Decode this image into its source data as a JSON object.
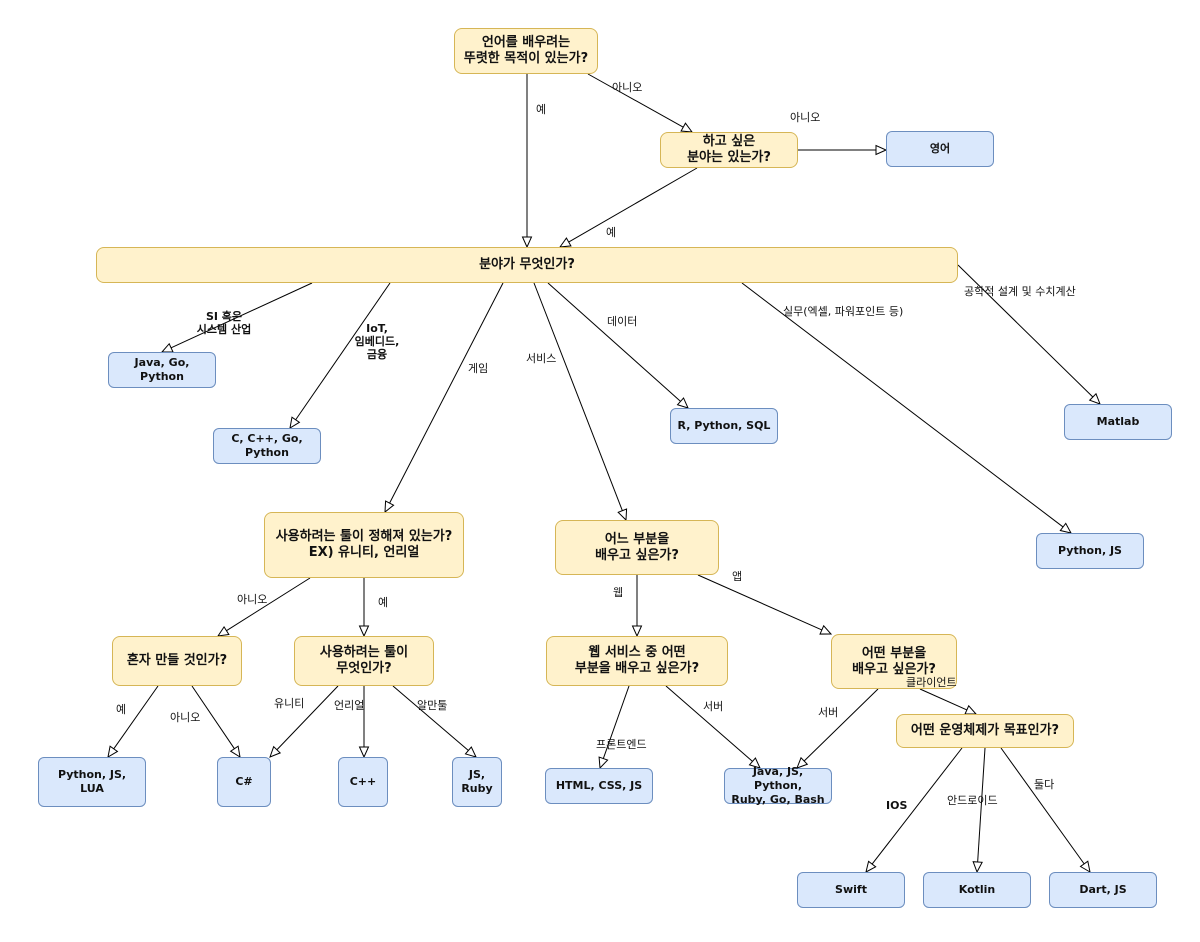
{
  "nodes": {
    "q_purpose": "언어를 배우려는\n뚜렷한 목적이 있는가?",
    "q_field_exists": "하고 싶은\n분야는 있는가?",
    "a_english": "영어",
    "q_field": "분야가 무엇인가?",
    "a_si": "Java, Go, Python",
    "a_iot": "C, C++, Go, Python",
    "a_data": "R, Python, SQL",
    "a_matlab": "Matlab",
    "a_office": "Python, JS",
    "q_tool_decided": "사용하려는 툴이 정해져 있는가?\nEX) 유니티, 언리얼",
    "q_part": "어느 부분을\n배우고 싶은가?",
    "q_alone": "혼자 만들 것인가?",
    "q_which_tool": "사용하려는 툴이\n무엇인가?",
    "q_web_part": "웹 서비스 중 어떤\n부분을 배우고 싶은가?",
    "q_app_part": "어떤 부분을\n배우고 싶은가?",
    "q_os": "어떤 운영체제가 목표인가?",
    "a_py_js_lua": "Python, JS, LUA",
    "a_csharp": "C#",
    "a_cpp": "C++",
    "a_js_ruby": "JS, Ruby",
    "a_frontend": "HTML, CSS, JS",
    "a_server": "Java, JS, Python,\nRuby, Go, Bash",
    "a_swift": "Swift",
    "a_kotlin": "Kotlin",
    "a_dart": "Dart, JS"
  },
  "labels": {
    "yes_purpose": "예",
    "no_purpose": "아니오",
    "no_field": "아니오",
    "yes_field": "예",
    "si": "SI 혹은\n시스템 산업",
    "iot": "IoT,\n임베디드,\n금융",
    "game": "게임",
    "service": "서비스",
    "data": "데이터",
    "office": "실무(엑셀, 파워포인트 등)",
    "engineering": "공학적 설계 및 수치계산",
    "no_tool": "아니오",
    "yes_tool": "예",
    "web": "웹",
    "app": "앱",
    "yes_alone": "예",
    "no_alone": "아니오",
    "unity": "유니티",
    "unreal": "언리얼",
    "algamtool": "알만툴",
    "frontend": "프론트엔드",
    "server_web": "서버",
    "server_app": "서버",
    "client": "클라이언트",
    "ios": "IOS",
    "android": "안드로이드",
    "both": "둘다"
  },
  "colors": {
    "question_fill": "#fff2cc",
    "question_border": "#d6b656",
    "answer_fill": "#dae8fc",
    "answer_border": "#6c8ebf",
    "edge": "#000000"
  }
}
